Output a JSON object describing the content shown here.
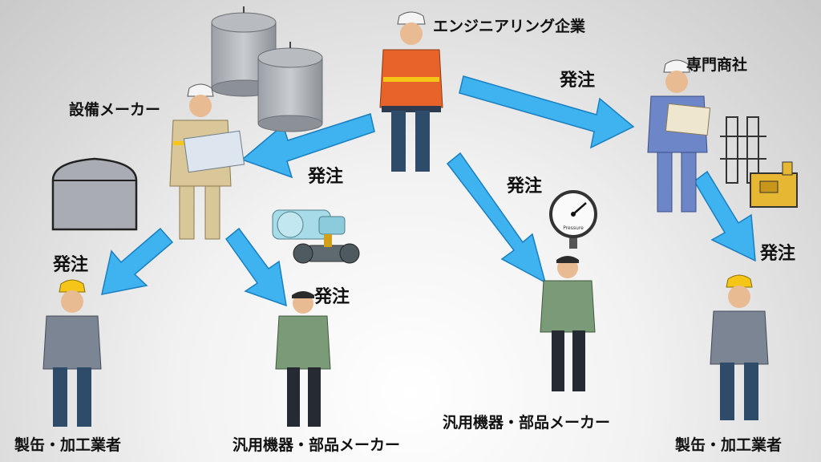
{
  "nodes": {
    "engineering": "エンジニアリング企業",
    "trading": "専門商社",
    "equipment_maker": "設備メーカー",
    "fabricator_left": "製缶・加工業者",
    "parts_maker_left": "汎用機器・部品メーカー",
    "parts_maker_center": "汎用機器・部品メーカー",
    "fabricator_right": "製缶・加工業者"
  },
  "order_label": "発注",
  "gauge_text": "Pressure",
  "colors": {
    "arrow": "#3fb2f0",
    "arrow_stroke": "#1a7fc0",
    "safety_orange": "#e8632a",
    "hardhat_white": "#f4f4f4",
    "hardhat_yellow": "#f5c518",
    "khaki": "#d9c79a",
    "green_jacket": "#7a9a78",
    "gray_jacket": "#7c8594",
    "blue_jacket": "#6d86c8"
  }
}
